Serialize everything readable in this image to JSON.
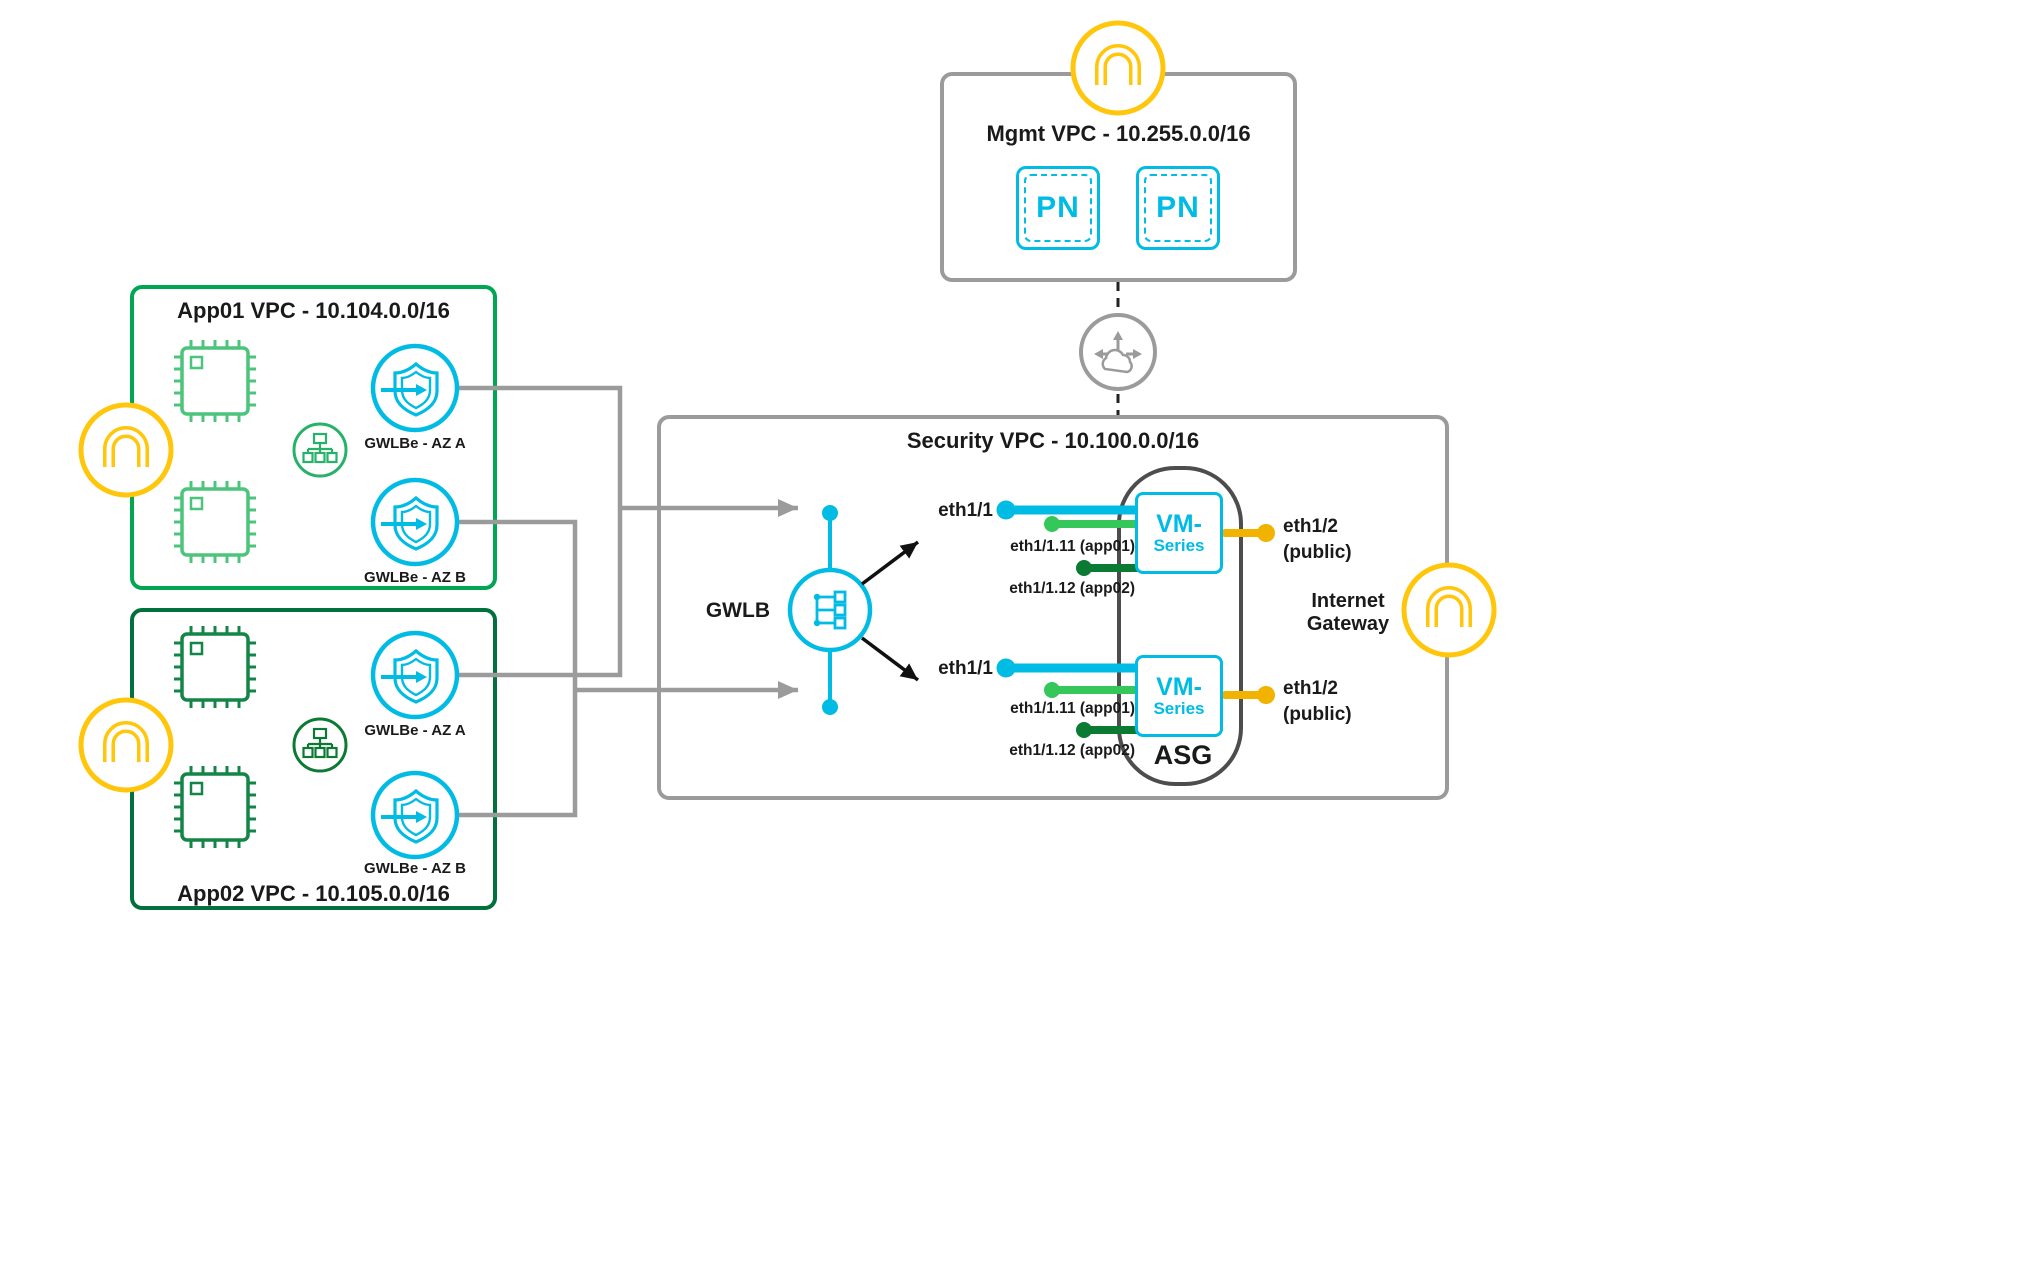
{
  "mgmt_vpc": {
    "title": "Mgmt VPC - 10.255.0.0/16",
    "panorama_instances": [
      {
        "label": "PN"
      },
      {
        "label": "PN"
      }
    ]
  },
  "app01_vpc": {
    "title": "App01 VPC - 10.104.0.0/16",
    "gwlbe_az_a": "GWLBe - AZ A",
    "gwlbe_az_b": "GWLBe - AZ B"
  },
  "app02_vpc": {
    "title": "App02 VPC - 10.105.0.0/16",
    "gwlbe_az_a": "GWLBe - AZ A",
    "gwlbe_az_b": "GWLBe - AZ B"
  },
  "security_vpc": {
    "title": "Security VPC - 10.100.0.0/16",
    "gwlb_label": "GWLB",
    "asg_label": "ASG",
    "internet_gateway_line1": "Internet",
    "internet_gateway_line2": "Gateway",
    "firewalls": [
      {
        "name_line1": "VM-",
        "name_line2": "Series",
        "eth1_1_label": "eth1/1",
        "eth1_1_11_label": "eth1/1.11 (app01)",
        "eth1_1_12_label": "eth1/1.12 (app02)",
        "eth1_2_line1": "eth1/2",
        "eth1_2_line2": "(public)"
      },
      {
        "name_line1": "VM-",
        "name_line2": "Series",
        "eth1_1_label": "eth1/1",
        "eth1_1_11_label": "eth1/1.11 (app01)",
        "eth1_1_12_label": "eth1/1.12 (app02)",
        "eth1_2_line1": "eth1/2",
        "eth1_2_line2": "(public)"
      }
    ]
  },
  "colors": {
    "cyan": "#00BCE4",
    "app01_green_border": "#00A651",
    "app01_chip_green": "#4CC47B",
    "app02_green_border": "#00703C",
    "app02_chip_green": "#128547",
    "subinterface_light_green": "#35C75A",
    "subinterface_dark_green": "#0B7A33",
    "badge_yellow": "#FFC60B",
    "public_interface_yellow": "#F2B200",
    "vpc_border_gray": "#9B9B9B",
    "asg_border_gray": "#4D4D4D"
  }
}
